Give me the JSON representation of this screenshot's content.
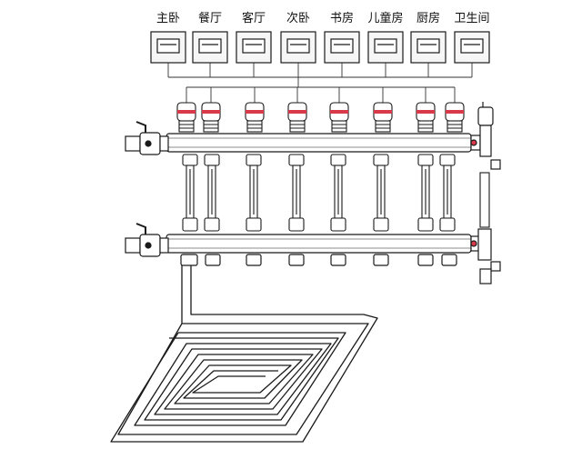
{
  "rooms": [
    {
      "label": "主卧"
    },
    {
      "label": "餐厅"
    },
    {
      "label": "客厅"
    },
    {
      "label": "次卧"
    },
    {
      "label": "书房"
    },
    {
      "label": "儿童房"
    },
    {
      "label": "厨房"
    },
    {
      "label": "卫生间"
    }
  ],
  "colors": {
    "line": "#1a1a1a",
    "actuator_accent": "#d83a4a",
    "panel_fill": "#f6f6f6",
    "pipe_fill": "#ffffff"
  },
  "icons": [
    "thermostat-panel-icon",
    "ball-valve-icon",
    "actuator-head-icon",
    "flow-meter-icon",
    "drain-valve-icon",
    "floor-heating-coil-icon"
  ]
}
